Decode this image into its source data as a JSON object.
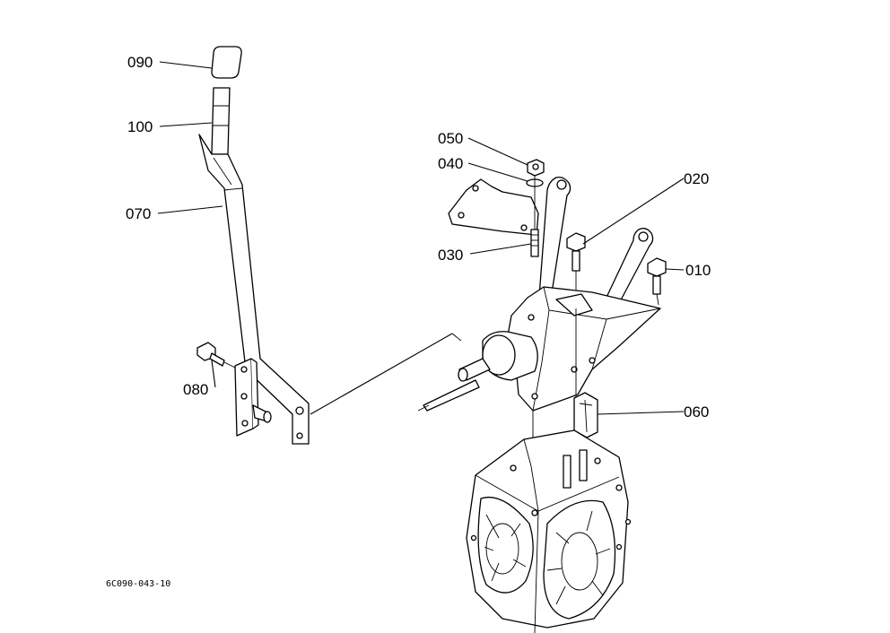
{
  "callouts": [
    {
      "id": "090"
    },
    {
      "id": "100"
    },
    {
      "id": "070"
    },
    {
      "id": "080"
    },
    {
      "id": "050"
    },
    {
      "id": "040"
    },
    {
      "id": "030"
    },
    {
      "id": "020"
    },
    {
      "id": "010"
    },
    {
      "id": "060"
    }
  ],
  "drawing_code": "6C090-043-10"
}
